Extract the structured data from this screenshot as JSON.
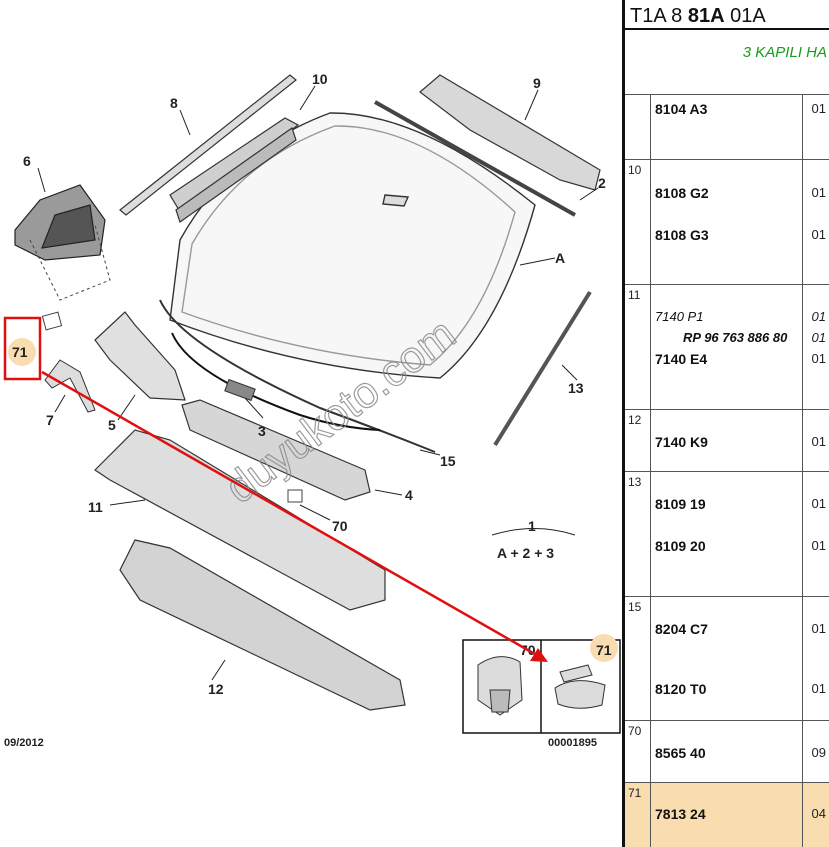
{
  "header": {
    "prefix": "T1A 8",
    "bold": "81A",
    "suffix": "01A"
  },
  "variant": "3 KAPILI HA",
  "rows": [
    {
      "ref": "",
      "lines": [
        {
          "code": "8104 A3",
          "qty": "01"
        }
      ]
    },
    {
      "ref": "10",
      "lines": [
        {
          "code": "8108 G2",
          "qty": "01"
        },
        {
          "code": "8108 G3",
          "qty": "01"
        }
      ]
    },
    {
      "ref": "11",
      "lines": [
        {
          "code": "7140 P1",
          "qty": "01"
        },
        {
          "code": "RP 96 763 886 80",
          "qty": "01"
        },
        {
          "code": "7140 E4",
          "qty": "01"
        }
      ]
    },
    {
      "ref": "12",
      "lines": [
        {
          "code": "7140 K9",
          "qty": "01"
        }
      ]
    },
    {
      "ref": "13",
      "lines": [
        {
          "code": "8109 19",
          "qty": "01"
        },
        {
          "code": "8109 20",
          "qty": "01"
        }
      ]
    },
    {
      "ref": "15",
      "lines": [
        {
          "code": "8204 C7",
          "qty": "01"
        },
        {
          "code": "8120 T0",
          "qty": "01"
        }
      ]
    },
    {
      "ref": "70",
      "lines": [
        {
          "code": "8565 40",
          "qty": "09"
        }
      ]
    },
    {
      "ref": "71",
      "lines": [
        {
          "code": "7813 24",
          "qty": "04"
        }
      ]
    }
  ],
  "diagram": {
    "callouts": [
      "8",
      "10",
      "9",
      "6",
      "2",
      "A",
      "71",
      "7",
      "5",
      "3",
      "13",
      "15",
      "4",
      "11",
      "70",
      "1",
      "A + 2 + 3",
      "12",
      "70",
      "71"
    ],
    "date": "09/2012",
    "ref_number": "00001895",
    "watermark": "duyukoto.com",
    "accent": "#e01010",
    "highlight": "#f9ddb0"
  }
}
